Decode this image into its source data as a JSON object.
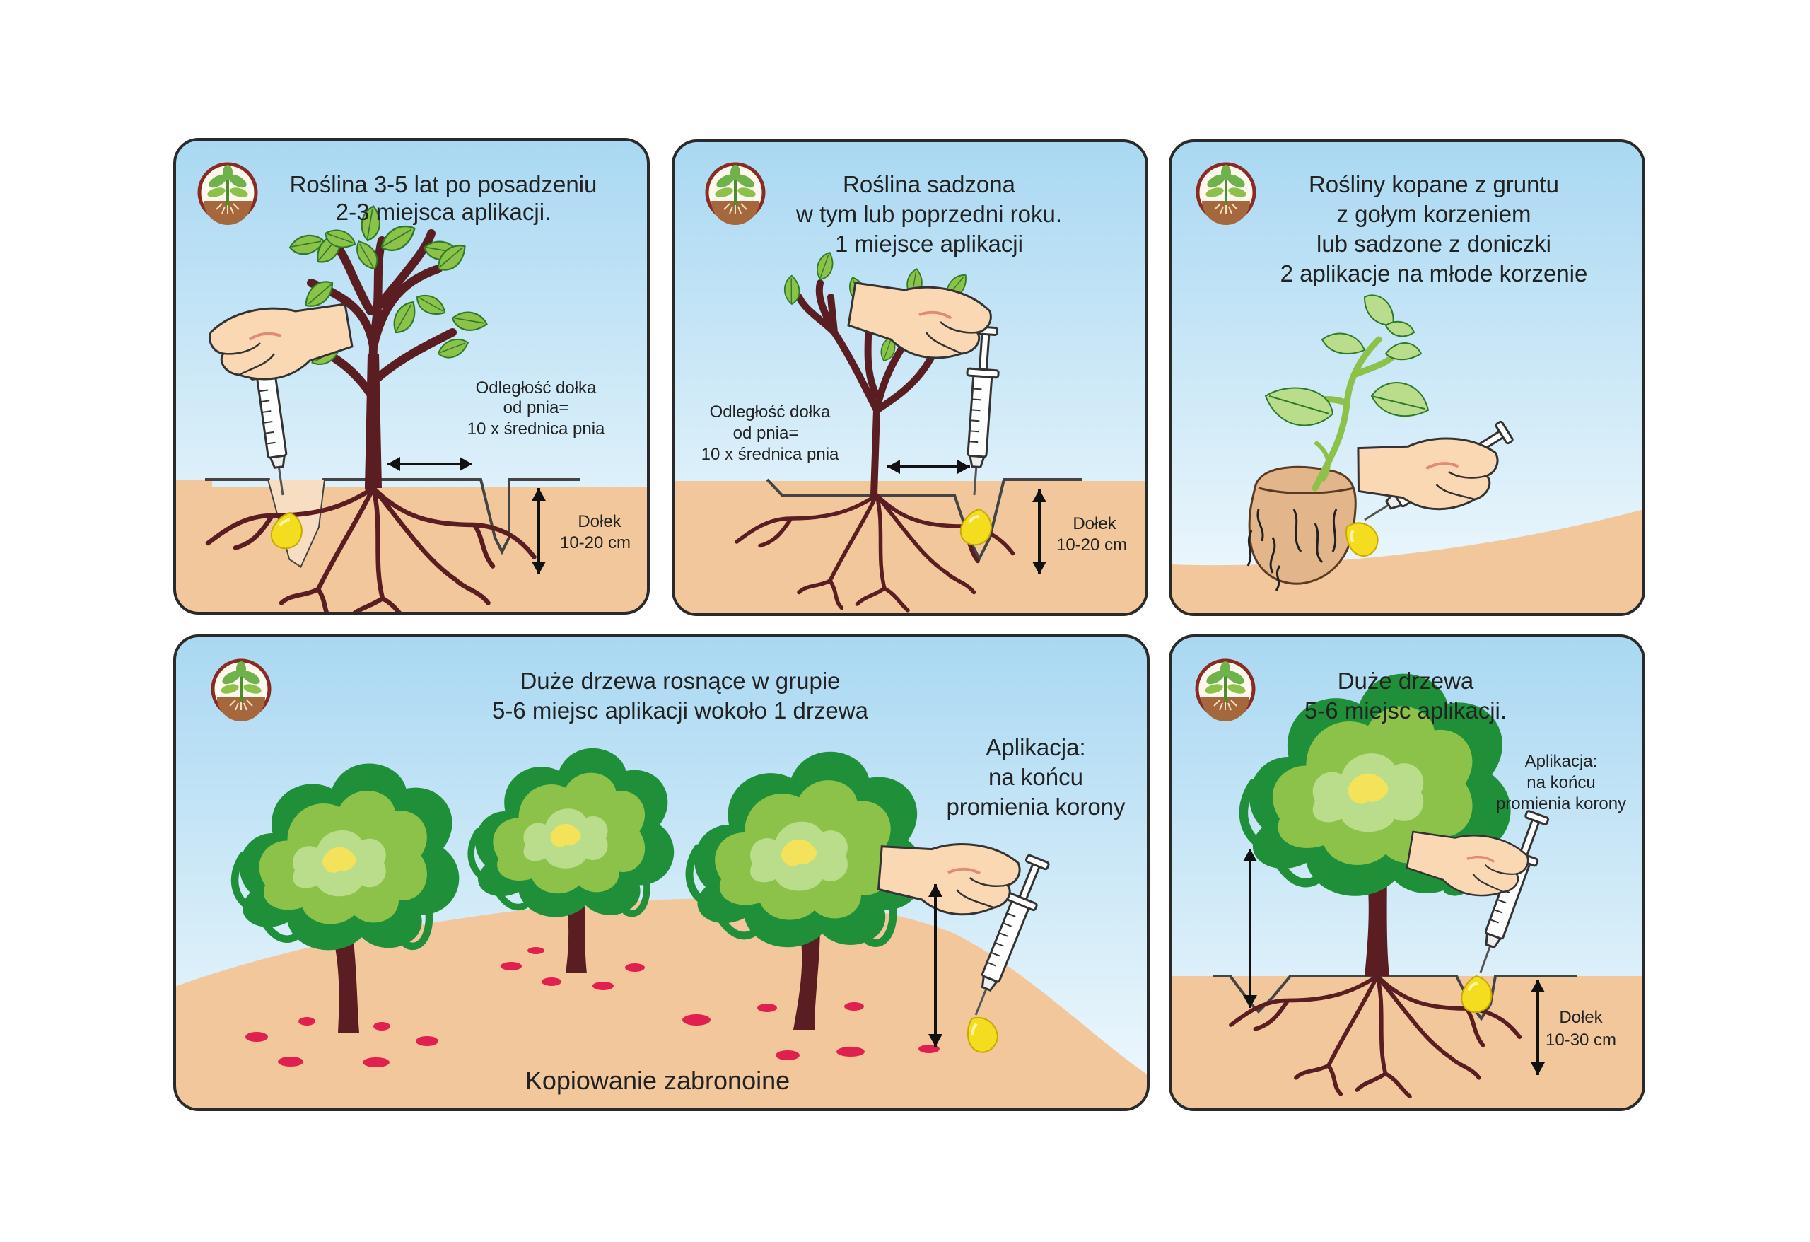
{
  "panels": [
    {
      "title": [
        "Roślina 3-5 lat po posadzeniu",
        "2-3 miejsca aplikacji."
      ],
      "distance_label": [
        "Odległość dołka",
        "od pnia=",
        "10 x średnica pnia"
      ],
      "depth_label": [
        "Dołek",
        "10-20 cm"
      ]
    },
    {
      "title": [
        "Roślina sadzona",
        "w tym lub poprzedni roku.",
        "1 miejsce aplikacji"
      ],
      "distance_label": [
        "Odległość dołka",
        "od pnia=",
        "10 x średnica pnia"
      ],
      "depth_label": [
        "Dołek",
        "10-20 cm"
      ]
    },
    {
      "title": [
        "Rośliny kopane z gruntu",
        "z gołym korzeniem",
        "lub sadzone z doniczki",
        "2 aplikacje na młode korzenie"
      ]
    },
    {
      "title": [
        "Duże drzewa rosnące w grupie",
        "5-6 miejsc aplikacji wokoło 1 drzewa"
      ],
      "application_label": [
        "Aplikacja:",
        "na końcu",
        "promienia korony"
      ],
      "footer": "Kopiowanie zabronoine"
    },
    {
      "title": [
        "Duże drzewa",
        "5-6 miejsc aplikacji."
      ],
      "application_label": [
        "Aplikacja:",
        "na końcu",
        "promienia korony"
      ],
      "depth_label": [
        "Dołek",
        "10-30 cm"
      ]
    }
  ],
  "colors": {
    "sky_top": "#a9d8f2",
    "sky_bottom": "#eef8fd",
    "soil": "#f2c79c",
    "trunk": "#5a1e22",
    "leaf": "#8cc24a",
    "leaf_dark": "#1f8f3a",
    "leaf_light": "#b9dd8a",
    "gel": "#f4dc1e",
    "dot": "#e0204e",
    "frame": "#2a2a2a"
  },
  "icons": [
    "plant-logo-icon",
    "syringe-icon",
    "hand-icon",
    "double-arrow-icon"
  ]
}
